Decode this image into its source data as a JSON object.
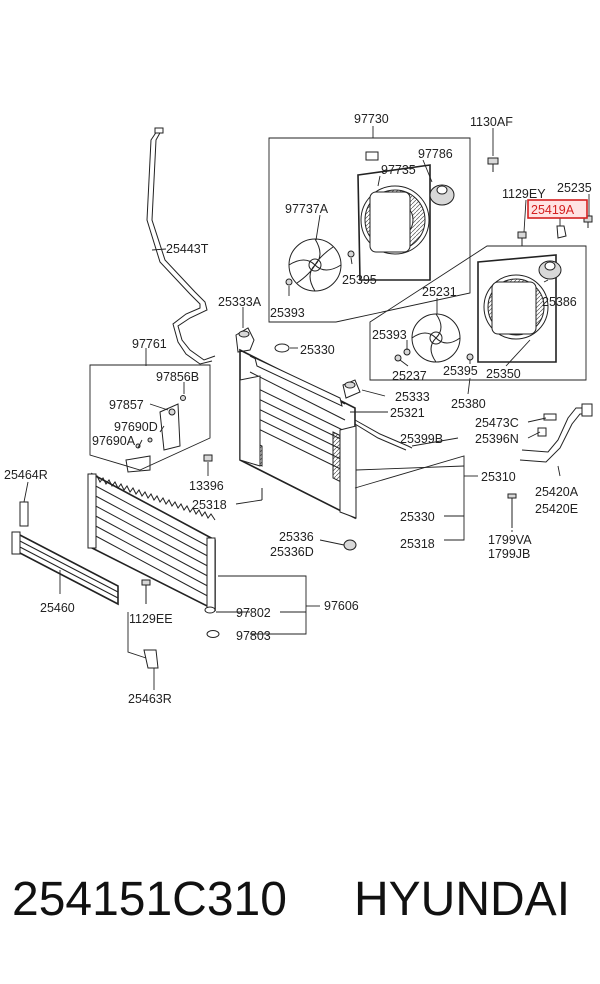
{
  "diagram": {
    "labels": {
      "p97730": "97730",
      "p1130AF": "1130AF",
      "p97786": "97786",
      "p97735": "97735",
      "p97737A": "97737A",
      "p25395a": "25395",
      "p25393a": "25393",
      "p1129EY": "1129EY",
      "p25235": "25235",
      "p25419A": "25419A",
      "p25443T": "25443T",
      "p25333A": "25333A",
      "p25231": "25231",
      "p25386": "25386",
      "p25393b": "25393",
      "p25330a": "25330",
      "p25237": "25237",
      "p25395b": "25395",
      "p25350": "25350",
      "p97761": "97761",
      "p97856B": "97856B",
      "p25333": "25333",
      "p25380": "25380",
      "p97857": "97857",
      "p25321": "25321",
      "p97690D": "97690D",
      "p25473C": "25473C",
      "p97690A": "97690A",
      "p25399B": "25399B",
      "p25396N": "25396N",
      "p25464R": "25464R",
      "p25310": "25310",
      "p13396": "13396",
      "p25318a": "25318",
      "p25420A": "25420A",
      "p25420E": "25420E",
      "p25330b": "25330",
      "p25336": "25336",
      "p25336D": "25336D",
      "p1799VA": "1799VA",
      "p25318b": "25318",
      "p1799JB": "1799JB",
      "p25460": "25460",
      "p97606": "97606",
      "p97802": "97802",
      "p1129EE": "1129EE",
      "p97803": "97803",
      "p25463R": "25463R"
    },
    "highlight_color": "#d42020"
  },
  "footer": {
    "part_number": "254151C310",
    "brand": "HYUNDAI"
  }
}
